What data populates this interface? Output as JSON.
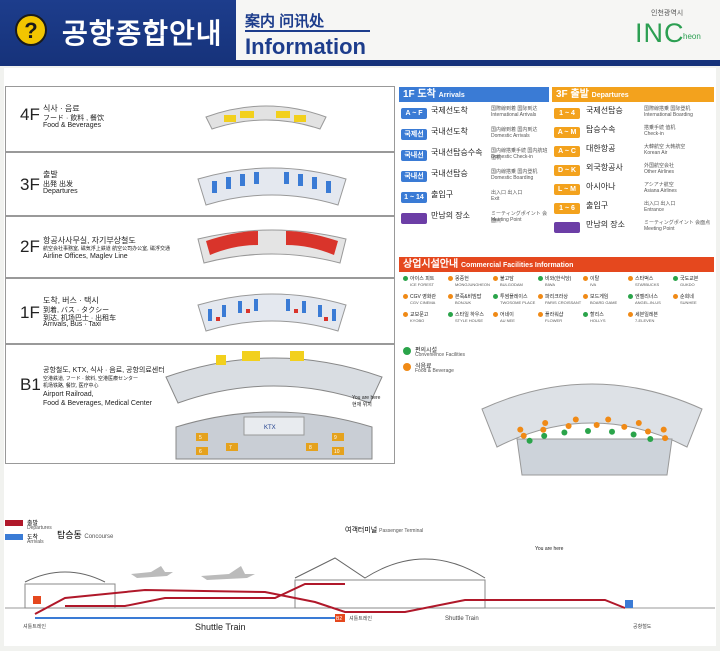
{
  "header": {
    "help_glyph": "?",
    "title_ko": "공항종합안내",
    "title_sub": "案内  问讯处",
    "title_en": "Information",
    "brand_main": "INC",
    "brand_on": "heon",
    "brand_tag": "인천광역시",
    "brand_small": "인천"
  },
  "floors": [
    {
      "id": "4F",
      "label": "4F",
      "ko": "식사 · 음료",
      "ko2": "フード · 飲料 ,  餐饮",
      "en": "Food & Beverages"
    },
    {
      "id": "3F",
      "label": "3F",
      "ko": "출발",
      "ko2": "出発   出发",
      "en": "Departures"
    },
    {
      "id": "2F",
      "label": "2F",
      "ko": "항공사사무실, 자기부상철도",
      "ko2": "航空会社事務室, 磁気浮上鉄道  航空公司办公室, 磁浮交通",
      "en": "Airline Offices, Maglev Line"
    },
    {
      "id": "1F",
      "label": "1F",
      "ko": "도착, 버스 · 택시",
      "ko2": "到着, バス · タクシー",
      "ko3": "到达, 机场巴士 · 出租车",
      "en": "Arrivals, Bus · Taxi"
    },
    {
      "id": "B1",
      "label": "B1",
      "ko": "공항철도, KTX, 식사 · 음료, 공항의료센터",
      "ko2": "空港鉄道, フード · 飲料, 空港医療センター",
      "ko3": "机场铁路, 餐饮, 医疗中心",
      "en": "Airport Railroad,",
      "en2": "Food & Beverages, Medical Center"
    }
  ],
  "map_notes": {
    "you_are_here": "You are here",
    "you_are_here_ko": "현재 위치",
    "ktx": "KTX",
    "you_are_here_b": "You are here"
  },
  "b1_station_marks": [
    "5",
    "6",
    "7",
    "8",
    "9",
    "10"
  ],
  "arrivals": {
    "header": "1F 도착",
    "header_en": "Arrivals",
    "rows": [
      {
        "badge": "A ~ F",
        "ko": "국제선도착",
        "sm": "国際線到着  国际到达",
        "en": "International Arrivals"
      },
      {
        "badge": "국제선",
        "ko": "국내선도착",
        "sm": "国内線到着  国内到达",
        "en": "Domestic Arrivals"
      },
      {
        "badge": "국내선",
        "ko": "국내선탑승수속",
        "sm": "国内線搭乗手続 国内航班值机",
        "en": "Domestic Check-in"
      },
      {
        "badge": "국내선",
        "ko": "국내선탑승",
        "sm": "国内線搭乗  国内登机",
        "en": "Domestic Boarding"
      },
      {
        "badge": "1 ~ 14",
        "ko": "출입구",
        "sm": "出入口   出入口",
        "en": "Exit"
      },
      {
        "badge": "",
        "ko": "만남의 장소",
        "sm": "ミーティングポイント  会面点",
        "en": "Meeting Point"
      }
    ]
  },
  "departures": {
    "header": "3F 출발",
    "header_en": "Departures",
    "rows": [
      {
        "badge": "1 ~ 4",
        "ko": "국제선탑승",
        "sm": "国際線搭乗  国际登机",
        "en": "International Boarding"
      },
      {
        "badge": "A ~ M",
        "ko": "탑승수속",
        "sm": "搭乗手続  值机",
        "en": "Check-in"
      },
      {
        "badge": "A ~ C",
        "ko": "대한항공",
        "sm": "大韓航空  大韩航空",
        "en": "Korean Air"
      },
      {
        "badge": "D ~ K",
        "ko": "외국항공사",
        "sm": "外国航空会社",
        "en": "Other Airlines"
      },
      {
        "badge": "L ~ M",
        "ko": "아시아나",
        "sm": "アシアナ航空",
        "en": "Asiana Airlines"
      },
      {
        "badge": "1 ~ 6",
        "ko": "출입구",
        "sm": "出入口   出入口",
        "en": "Entrance"
      },
      {
        "badge": "",
        "ko": "만남의 장소",
        "sm": "ミーティングポイント  会面点",
        "en": "Meeting Point"
      }
    ]
  },
  "commercial": {
    "header": "상업시설안내",
    "header_en": "Commercial Facilities Information",
    "items": [
      {
        "ko": "아이스 피트",
        "en": "ICE FOREST"
      },
      {
        "ko": "몽중헌",
        "en": "MONGJUNGHEON"
      },
      {
        "ko": "불고담",
        "en": "BULGODAM"
      },
      {
        "ko": "비와(한식당)",
        "en": "BIWA"
      },
      {
        "ko": "이탈",
        "en": "IVA"
      },
      {
        "ko": "스타벅스",
        "en": "STARBUCKS"
      },
      {
        "ko": "국도교본",
        "en": "GUKDO"
      },
      {
        "ko": "CGV 영화관",
        "en": "CGV CINEMA"
      },
      {
        "ko": "본죽&비빔밥",
        "en": "BONJUK"
      },
      {
        "ko": "투썸플레이스",
        "en": "TWOSOME PLACE"
      },
      {
        "ko": "파리크라상",
        "en": "PARIS CROISSANT"
      },
      {
        "ko": "보드게임",
        "en": "BOARD GAME"
      },
      {
        "ko": "엔젤리너스",
        "en": "ANGEL-IN-US"
      },
      {
        "ko": "순희네",
        "en": "SUNHEE"
      },
      {
        "ko": "교보문고",
        "en": "KYOBO"
      },
      {
        "ko": "스타일 하우스",
        "en": "STYLE HOUSE"
      },
      {
        "ko": "어네이",
        "en": "AU NEE"
      },
      {
        "ko": "플라워샵",
        "en": "FLOWER"
      },
      {
        "ko": "할리스",
        "en": "HOLLYS"
      },
      {
        "ko": "세븐일레븐",
        "en": "7-ELEVEN"
      }
    ],
    "legend": [
      {
        "ko": "편의시설",
        "en": "Convenience Facilities",
        "color": "#2aa44a"
      },
      {
        "ko": "식음료",
        "en": "Food & Beverage",
        "color": "#f08a16"
      }
    ]
  },
  "bottom": {
    "legend": [
      {
        "ko": "출발",
        "en": "Departures",
        "color": "#b0182a"
      },
      {
        "ko": "도착",
        "en": "Arrivals",
        "color": "#3a7bd5"
      }
    ],
    "concourse_ko": "탑승동",
    "concourse_en": "Concourse",
    "terminal_ko": "여객터미널",
    "terminal_en": "Passenger Terminal",
    "shuttle": "Shuttle Train",
    "shuttle2": "Shuttle Train",
    "b2": "B2",
    "b2_sub": "셔틀트레인",
    "here": "You are here",
    "station_a": "셔틀트레인",
    "station_b": "공항철도"
  },
  "colors": {
    "navy": "#1d3d8c",
    "arrivals": "#3a7bd5",
    "departures": "#f3a21d",
    "commercial": "#e5481e",
    "red": "#d9342b",
    "yellow": "#f2d01d"
  }
}
